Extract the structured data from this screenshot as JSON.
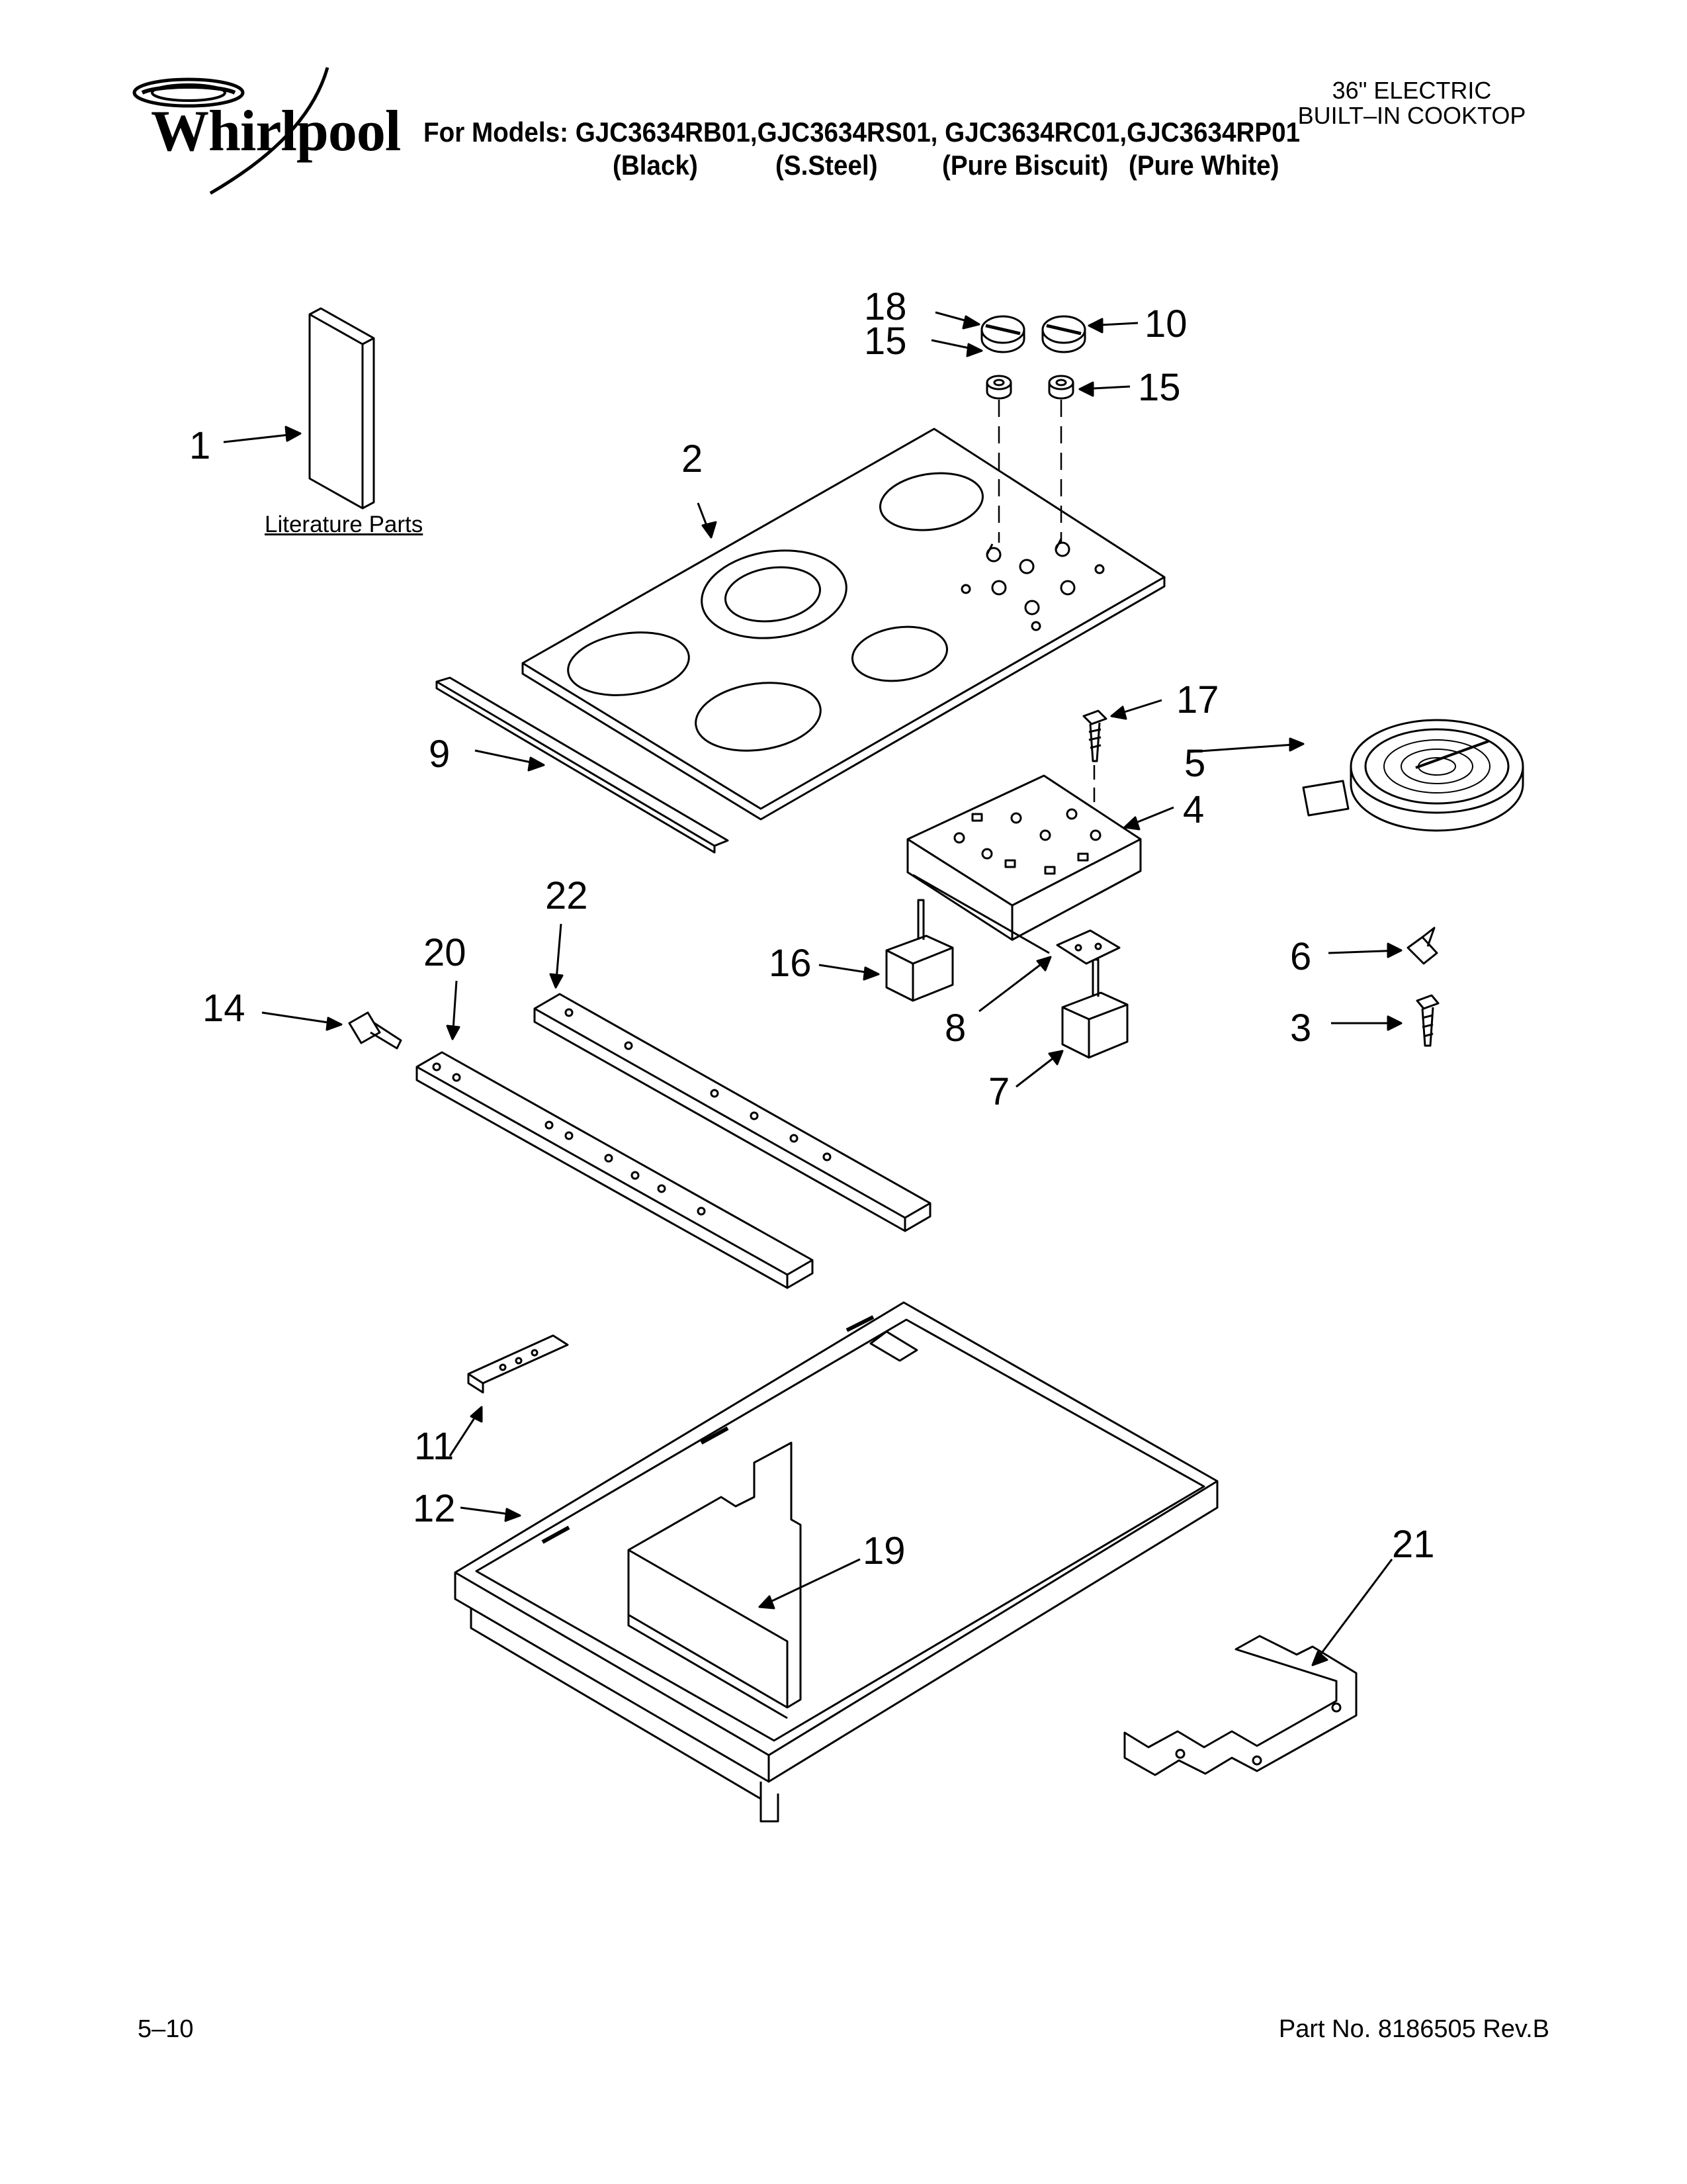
{
  "header": {
    "brand": "Whirlpool",
    "models_line": "For Models: GJC3634RB01,GJC3634RS01, GJC3634RC01,GJC3634RP01",
    "colors": [
      "(Black)",
      "(S.Steel)",
      "(Pure Biscuit)",
      "(Pure White)"
    ],
    "product_type_line1": "36\" ELECTRIC",
    "product_type_line2": "BUILT–IN COOKTOP"
  },
  "diagram": {
    "literature_label": "Literature Parts",
    "callouts": [
      "1",
      "2",
      "3",
      "4",
      "5",
      "6",
      "7",
      "8",
      "9",
      "10",
      "11",
      "12",
      "14",
      "15",
      "15",
      "16",
      "17",
      "18",
      "19",
      "20",
      "21",
      "22"
    ]
  },
  "footer": {
    "page": "5–10",
    "part_no": "Part No. 8186505 Rev.B"
  }
}
